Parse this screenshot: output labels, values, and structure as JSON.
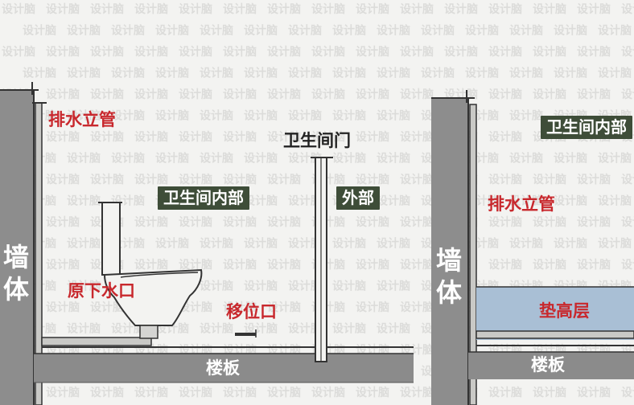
{
  "watermark": "设计脑",
  "left_panel": {
    "drain_stack": "排水立管",
    "bathroom_interior": "卫生间内部",
    "bathroom_door": "卫生间门",
    "exterior": "外部",
    "wall": "墙体",
    "original_outlet": "原下水口",
    "relocated_outlet": "移位口",
    "floor_slab": "楼板"
  },
  "right_panel": {
    "bathroom_interior": "卫生间内部",
    "drain_stack": "排水立管",
    "wall": "墙体",
    "raised_layer": "垫高层",
    "floor_slab": "楼板"
  },
  "colors": {
    "wall": "#8d8d8d",
    "floor": "#8b8b8b",
    "label_red": "#c8282d",
    "label_box": "#3e4d38",
    "raised_layer": "#a9bfd5"
  }
}
